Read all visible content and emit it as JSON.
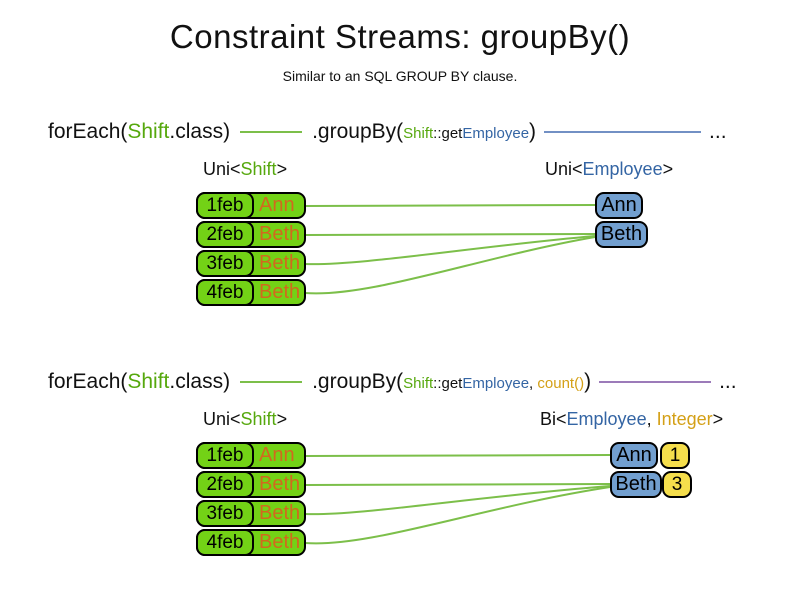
{
  "title": "Constraint Streams: groupBy()",
  "subtitle": "Similar to an SQL GROUP BY clause.",
  "colors": {
    "box_green": "#73D216",
    "text_green": "#56A80D",
    "text_blue": "#3465A4",
    "text_gold": "#D4A017",
    "text_orange": "#D2691E",
    "box_blue": "#729FCF",
    "box_yellow": "#F5DE4C",
    "line_green": "#7CBF4A",
    "line_blue": "#7290C4",
    "line_purple": "#9C7BB9"
  },
  "code1": {
    "foreach_pre": "forEach(",
    "foreach_class": "Shift",
    "foreach_post": ".class)",
    "groupby_pre": ".groupBy(",
    "arg_shift": "Shift",
    "arg_getter": "::get",
    "arg_employee": "Employee",
    "groupby_post": ")",
    "ellipsis": "..."
  },
  "code2": {
    "foreach_pre": "forEach(",
    "foreach_class": "Shift",
    "foreach_post": ".class)",
    "groupby_pre": ".groupBy(",
    "arg_shift": "Shift",
    "arg_getter": "::get",
    "arg_employee": "Employee",
    "arg_comma": ", ",
    "arg_count": "count()",
    "groupby_post": ")",
    "ellipsis": "..."
  },
  "diagram1": {
    "left_label": {
      "pre": "Uni<",
      "type": "Shift",
      "post": ">"
    },
    "right_label": {
      "pre": "Uni<",
      "type": "Employee",
      "post": ">"
    },
    "rows": [
      {
        "date": "1feb",
        "name": "Ann"
      },
      {
        "date": "2feb",
        "name": "Beth"
      },
      {
        "date": "3feb",
        "name": "Beth"
      },
      {
        "date": "4feb",
        "name": "Beth"
      }
    ],
    "groups": [
      "Ann",
      "Beth"
    ]
  },
  "diagram2": {
    "left_label": {
      "pre": "Uni<",
      "type": "Shift",
      "post": ">"
    },
    "right_label": {
      "pre": "Bi<",
      "type1": "Employee",
      "sep": ", ",
      "type2": "Integer",
      "post": ">"
    },
    "rows": [
      {
        "date": "1feb",
        "name": "Ann"
      },
      {
        "date": "2feb",
        "name": "Beth"
      },
      {
        "date": "3feb",
        "name": "Beth"
      },
      {
        "date": "4feb",
        "name": "Beth"
      }
    ],
    "groups": [
      {
        "name": "Ann",
        "count": "1"
      },
      {
        "name": "Beth",
        "count": "3"
      }
    ]
  }
}
